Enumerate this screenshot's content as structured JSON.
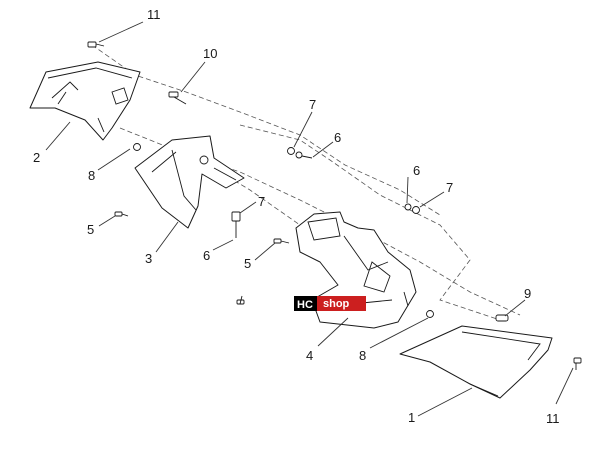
{
  "colors": {
    "line": "#1a1a1a",
    "logo_black": "#000000",
    "logo_red": "#cc1f1f",
    "logo_text": "#ffffff"
  },
  "watermark": {
    "part1": "HC",
    "part2": "shop"
  },
  "callouts": [
    "11",
    "10",
    "7",
    "6",
    "2",
    "8",
    "6",
    "7",
    "5",
    "7",
    "3",
    "6",
    "5",
    "9",
    "4",
    "8",
    "1",
    "11"
  ]
}
